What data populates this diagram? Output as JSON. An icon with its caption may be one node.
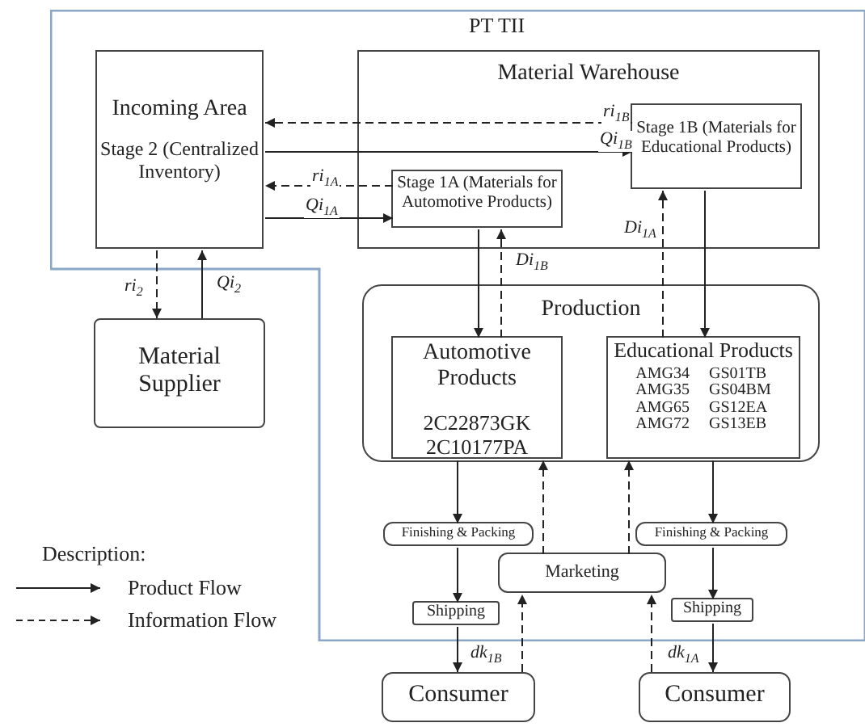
{
  "diagram": {
    "nodes": [
      {
        "text": [
          "PT TII"
        ]
      },
      {
        "text": [
          "Incoming Area",
          "Stage 2 (Centralized Inventory)"
        ],
        "in": 0
      },
      {
        "text": [
          "Material Warehouse"
        ],
        "in": 0
      },
      {
        "text": [
          "Stage 1B (Materials for Educational Products)"
        ],
        "in": 2
      },
      {
        "text": [
          "Stage 1A (Materials for Automotive Products)"
        ],
        "in": 2
      },
      {
        "text": [
          "Material Supplier"
        ]
      },
      {
        "text": [
          "Production"
        ],
        "in": 0
      },
      {
        "text": [
          "Automotive Products",
          "2C22873GK 2C10177PA"
        ],
        "in": 6
      },
      {
        "text": [
          "Educational Products",
          "AMG34",
          "GS01TB",
          "AMG35",
          "GS04BM",
          "AMG65",
          "GS12EA",
          "AMG72",
          "GS13EB"
        ],
        "in": 6
      },
      {
        "text": [
          "Finishing & Packing"
        ],
        "in": 0
      },
      {
        "text": [
          "Marketing"
        ],
        "in": 0
      },
      {
        "text": [
          "Finishing & Packing"
        ],
        "in": 0
      },
      {
        "text": [
          "Shipping"
        ],
        "in": 0
      },
      {
        "text": [
          "Shipping"
        ],
        "in": 0
      },
      {
        "text": [
          "Consumer"
        ]
      },
      {
        "text": [
          "Consumer"
        ]
      }
    ],
    "edges": [
      {
        "from": 3,
        "to": 1,
        "arrow": "to",
        "style": "dashed",
        "label": "ri$_{1B}$"
      },
      {
        "from": 1,
        "to": 3,
        "arrow": "to",
        "label": "Qi$_{1B}$"
      },
      {
        "from": 4,
        "to": 1,
        "arrow": "to",
        "style": "dashed",
        "label": "ri$_{1A}$"
      },
      {
        "from": 1,
        "to": 4,
        "arrow": "to",
        "label": "Qi$_{1A}$"
      },
      {
        "from": 1,
        "to": 5,
        "arrow": "to",
        "style": "dashed",
        "label": "ri$_{2}$"
      },
      {
        "from": 5,
        "to": 1,
        "arrow": "to",
        "label": "Qi$_{2}$"
      },
      {
        "from": 4,
        "to": 7,
        "arrow": "to"
      },
      {
        "from": 7,
        "to": 4,
        "arrow": "to",
        "style": "dashed",
        "label": "Di$_{1B}$"
      },
      {
        "from": 3,
        "to": 8,
        "arrow": "to"
      },
      {
        "from": 8,
        "to": 3,
        "arrow": "to",
        "style": "dashed",
        "label": "Di$_{1A}$"
      },
      {
        "from": 7,
        "to": 9,
        "arrow": "to"
      },
      {
        "from": 10,
        "to": 7,
        "arrow": "to",
        "style": "dashed"
      },
      {
        "from": 10,
        "to": 8,
        "arrow": "to",
        "style": "dashed"
      },
      {
        "from": 8,
        "to": 11,
        "arrow": "to"
      },
      {
        "from": 9,
        "to": 12,
        "arrow": "to"
      },
      {
        "from": 11,
        "to": 13,
        "arrow": "to"
      },
      {
        "from": 12,
        "to": 14,
        "arrow": "to",
        "label": "dk$_{1B}$"
      },
      {
        "from": 13,
        "to": 15,
        "arrow": "to",
        "label": "dk$_{1A}$"
      },
      {
        "from": 14,
        "to": 10,
        "arrow": "to",
        "style": "dashed"
      },
      {
        "from": 15,
        "to": 10,
        "arrow": "to",
        "style": "dashed"
      }
    ],
    "labels": [
      "Description:"
    ],
    "legend": [
      {
        "text": "Product Flow"
      },
      {
        "text": "Information Flow"
      }
    ]
  }
}
